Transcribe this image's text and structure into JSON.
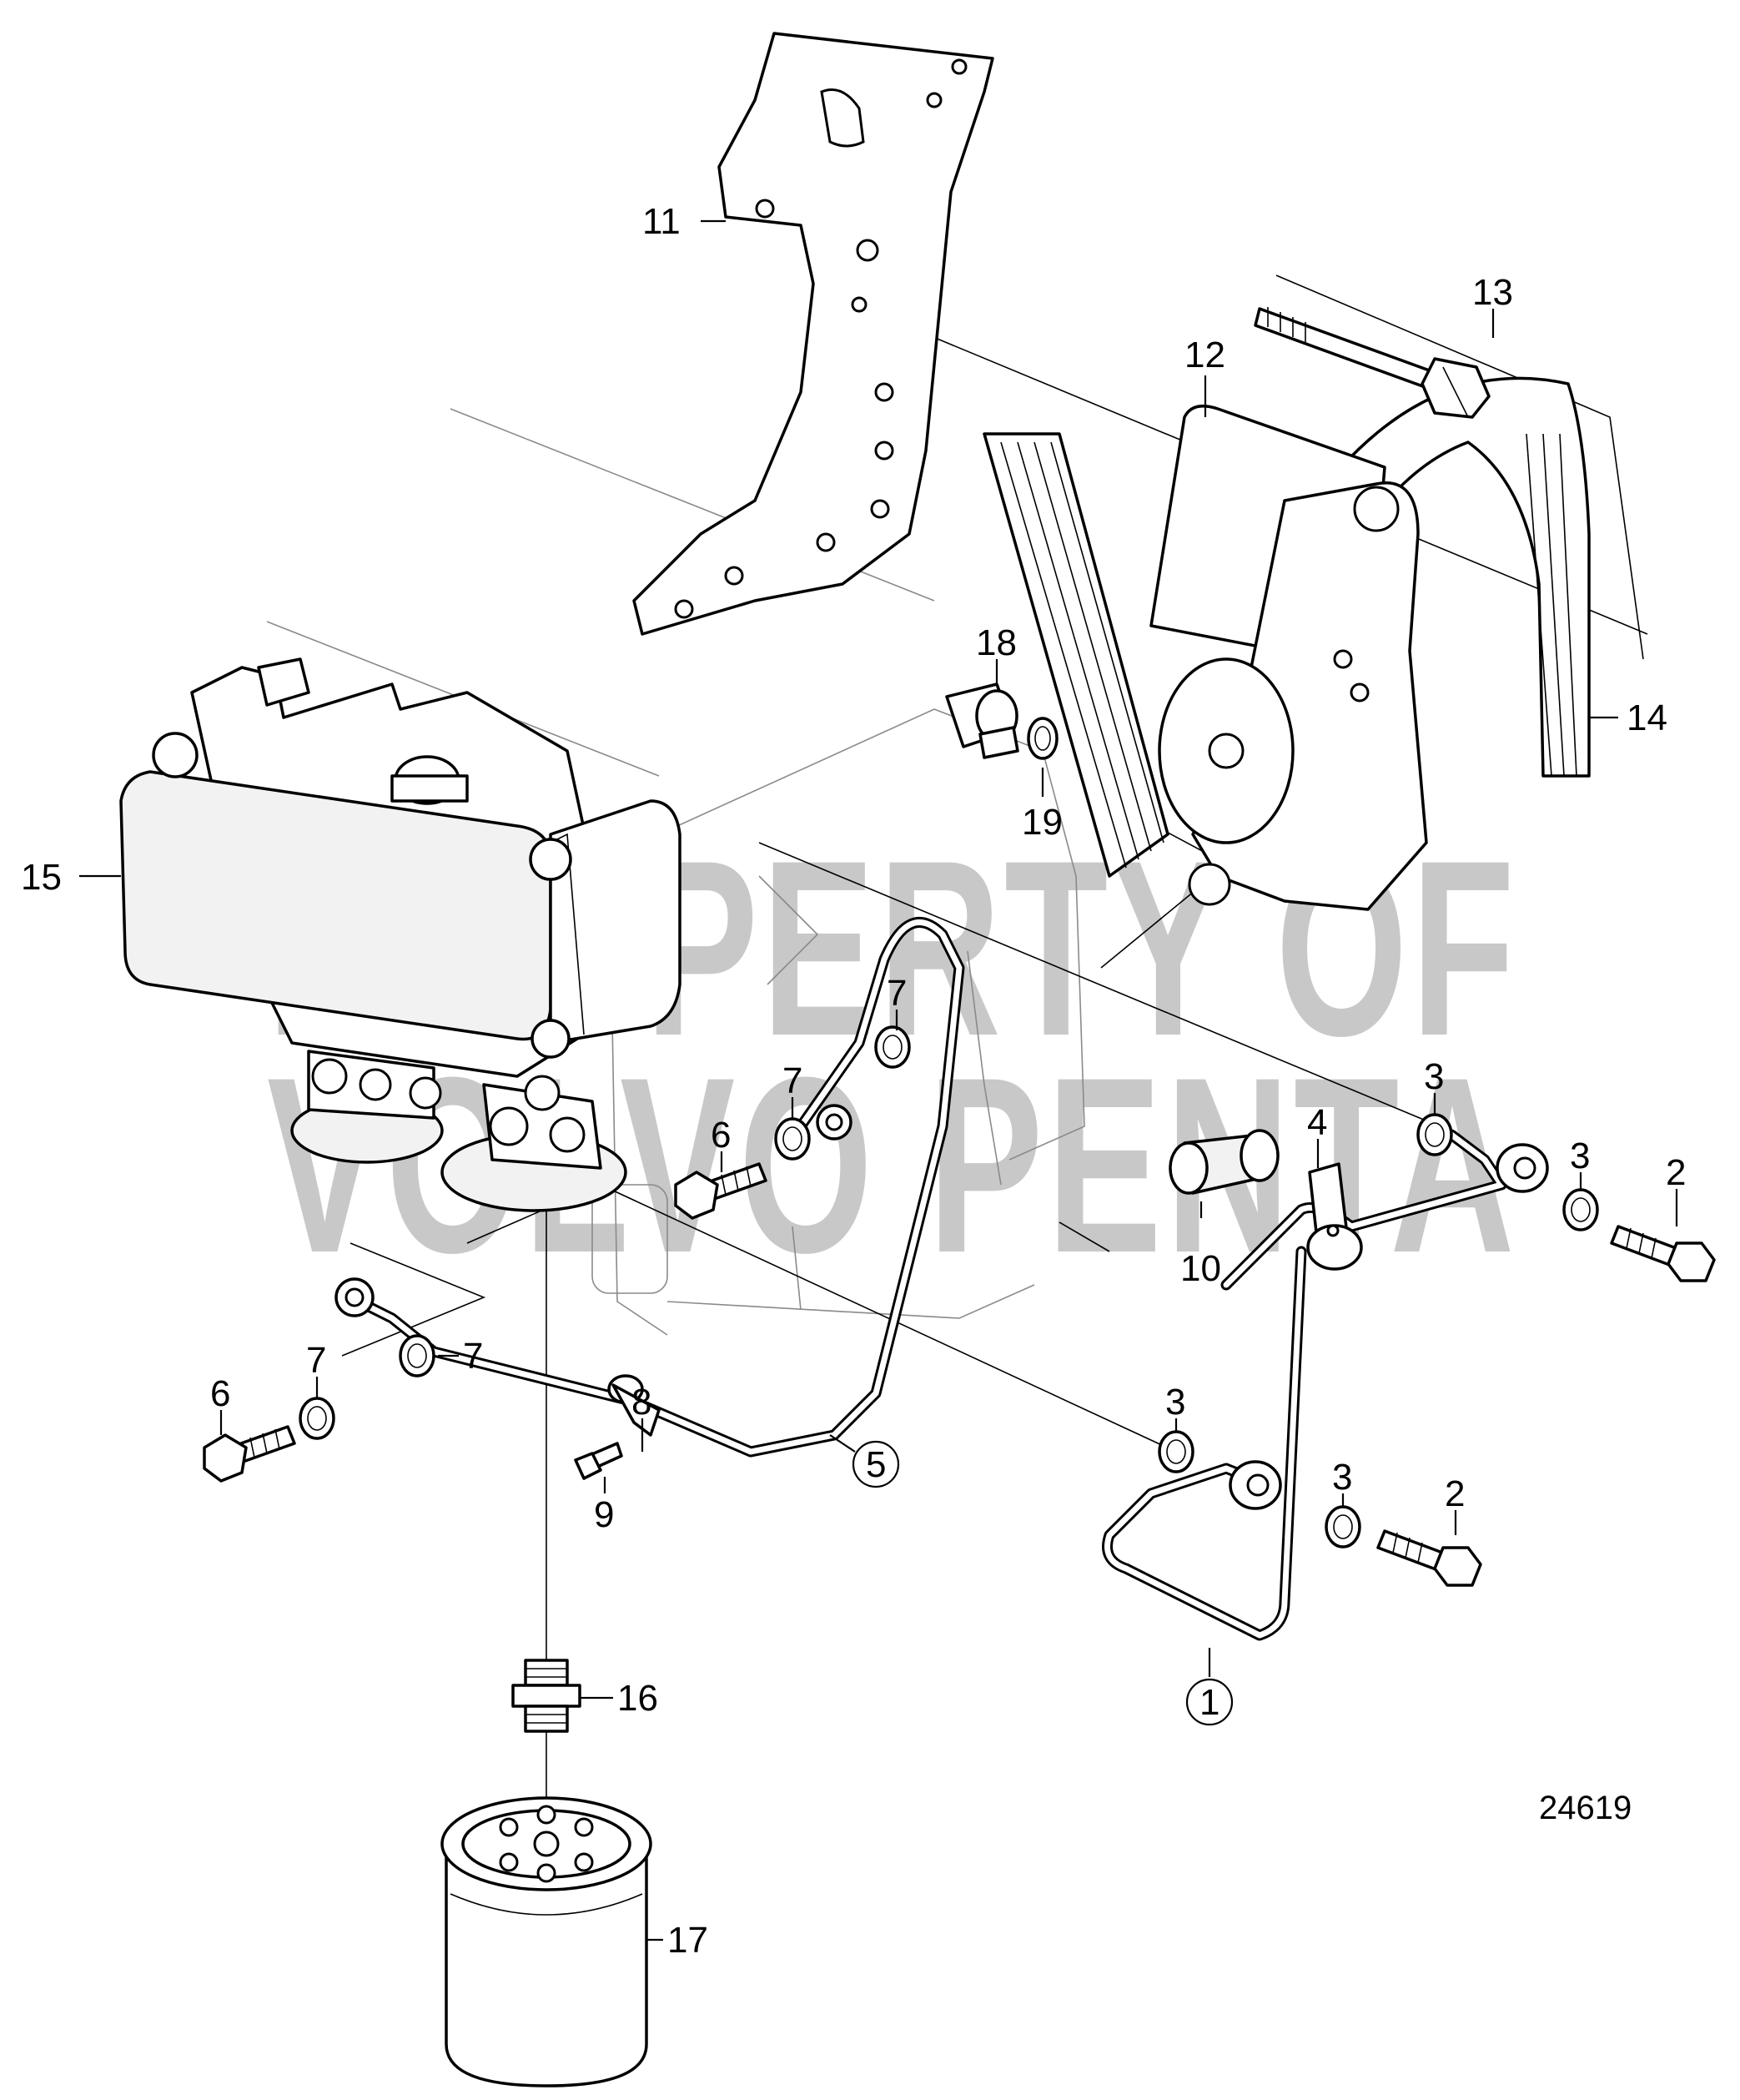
{
  "callouts": [
    {
      "id": "c11",
      "text": "11"
    },
    {
      "id": "c13",
      "text": "13"
    },
    {
      "id": "c12",
      "text": "12"
    },
    {
      "id": "c14",
      "text": "14"
    },
    {
      "id": "c18",
      "text": "18"
    },
    {
      "id": "c19",
      "text": "19"
    },
    {
      "id": "c15",
      "text": "15"
    },
    {
      "id": "c7a",
      "text": "7"
    },
    {
      "id": "c7b",
      "text": "7"
    },
    {
      "id": "c6a",
      "text": "6"
    },
    {
      "id": "c3a",
      "text": "3"
    },
    {
      "id": "c4",
      "text": "4"
    },
    {
      "id": "c3b",
      "text": "3"
    },
    {
      "id": "c2a",
      "text": "2"
    },
    {
      "id": "c10",
      "text": "10"
    },
    {
      "id": "c7c",
      "text": "7"
    },
    {
      "id": "c7d",
      "text": "7"
    },
    {
      "id": "c6b",
      "text": "6"
    },
    {
      "id": "c8",
      "text": "8"
    },
    {
      "id": "c5",
      "text": "5"
    },
    {
      "id": "c3c",
      "text": "3"
    },
    {
      "id": "c3d",
      "text": "3"
    },
    {
      "id": "c2b",
      "text": "2"
    },
    {
      "id": "c9",
      "text": "9"
    },
    {
      "id": "c16",
      "text": "16"
    },
    {
      "id": "c1",
      "text": "1"
    },
    {
      "id": "c17",
      "text": "17"
    }
  ],
  "reference_number": "24619",
  "watermark": {
    "line1": "PROPERTY OF",
    "line2": "VOLVO PENTA"
  }
}
